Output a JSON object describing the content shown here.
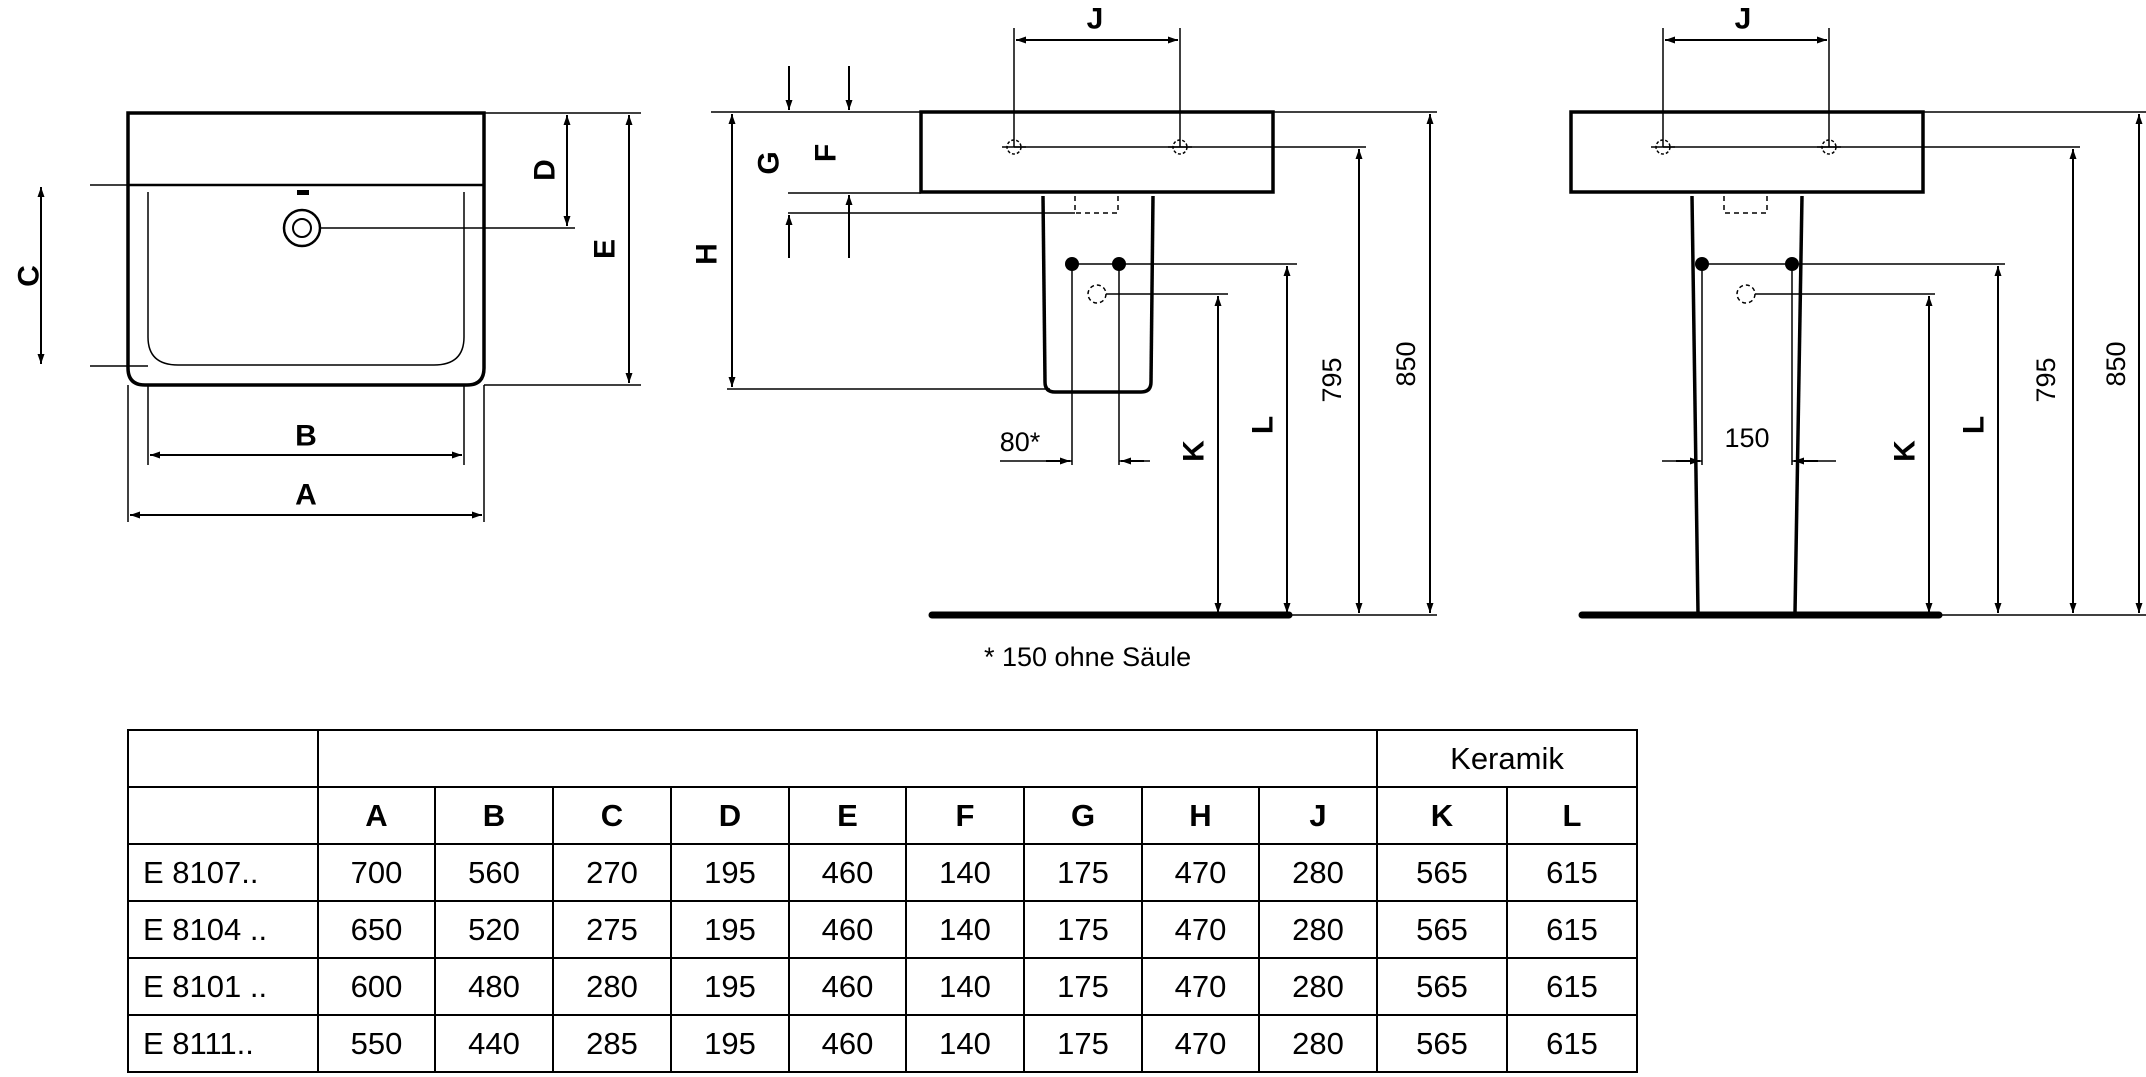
{
  "labels": {
    "A": "A",
    "B": "B",
    "C": "C",
    "D": "D",
    "E": "E",
    "F": "F",
    "G": "G",
    "H": "H",
    "J": "J",
    "K": "K",
    "L": "L"
  },
  "dimensions": {
    "height_850": "850",
    "height_795": "795",
    "offset_80": "80*",
    "offset_150": "150"
  },
  "footnote": "* 150 ohne Säule",
  "table": {
    "group_header": "Keramik",
    "columns": [
      "A",
      "B",
      "C",
      "D",
      "E",
      "F",
      "G",
      "H",
      "J",
      "K",
      "L"
    ],
    "rows": [
      {
        "model": "E 8107..",
        "values": [
          "700",
          "560",
          "270",
          "195",
          "460",
          "140",
          "175",
          "470",
          "280",
          "565",
          "615"
        ]
      },
      {
        "model": "E 8104 ..",
        "values": [
          "650",
          "520",
          "275",
          "195",
          "460",
          "140",
          "175",
          "470",
          "280",
          "565",
          "615"
        ]
      },
      {
        "model": "E 8101 ..",
        "values": [
          "600",
          "480",
          "280",
          "195",
          "460",
          "140",
          "175",
          "470",
          "280",
          "565",
          "615"
        ]
      },
      {
        "model": "E 8111..",
        "values": [
          "550",
          "440",
          "285",
          "195",
          "460",
          "140",
          "175",
          "470",
          "280",
          "565",
          "615"
        ]
      }
    ]
  }
}
